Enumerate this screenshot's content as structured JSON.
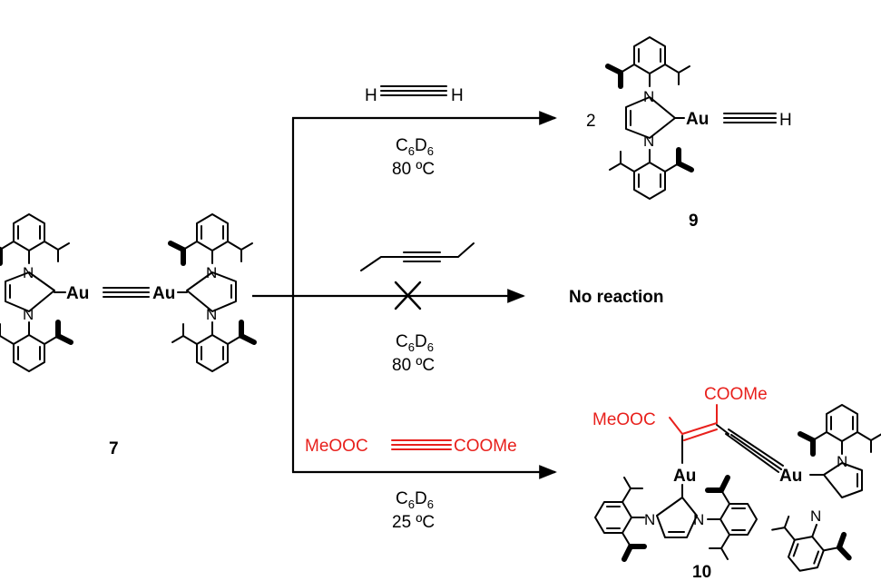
{
  "diagram": {
    "starting_compound": {
      "number": "7",
      "atom_au": "Au",
      "atom_n": "N"
    },
    "top_reaction": {
      "reagent_left": "H",
      "reagent_right": "H",
      "solvent_base": "C",
      "solvent_sub1": "6",
      "solvent_d": "D",
      "solvent_sub2": "6",
      "temperature": "80 ºC",
      "coefficient": "2",
      "product_number": "9",
      "product_h": "H",
      "atom_au": "Au",
      "atom_n": "N"
    },
    "middle_reaction": {
      "solvent_base": "C",
      "solvent_sub1": "6",
      "solvent_d": "D",
      "solvent_sub2": "6",
      "temperature": "80 ºC",
      "result": "No reaction"
    },
    "bottom_reaction": {
      "reagent_left": "MeOOC",
      "reagent_right": "COOMe",
      "solvent_base": "C",
      "solvent_sub1": "6",
      "solvent_d": "D",
      "solvent_sub2": "6",
      "temperature": "25 ºC",
      "product_number": "10",
      "product_ester_left": "MeOOC",
      "product_ester_top": "COOMe",
      "atom_au": "Au",
      "atom_n": "N"
    },
    "colors": {
      "reagent_red": "#e8201c",
      "ink": "#000000"
    }
  }
}
